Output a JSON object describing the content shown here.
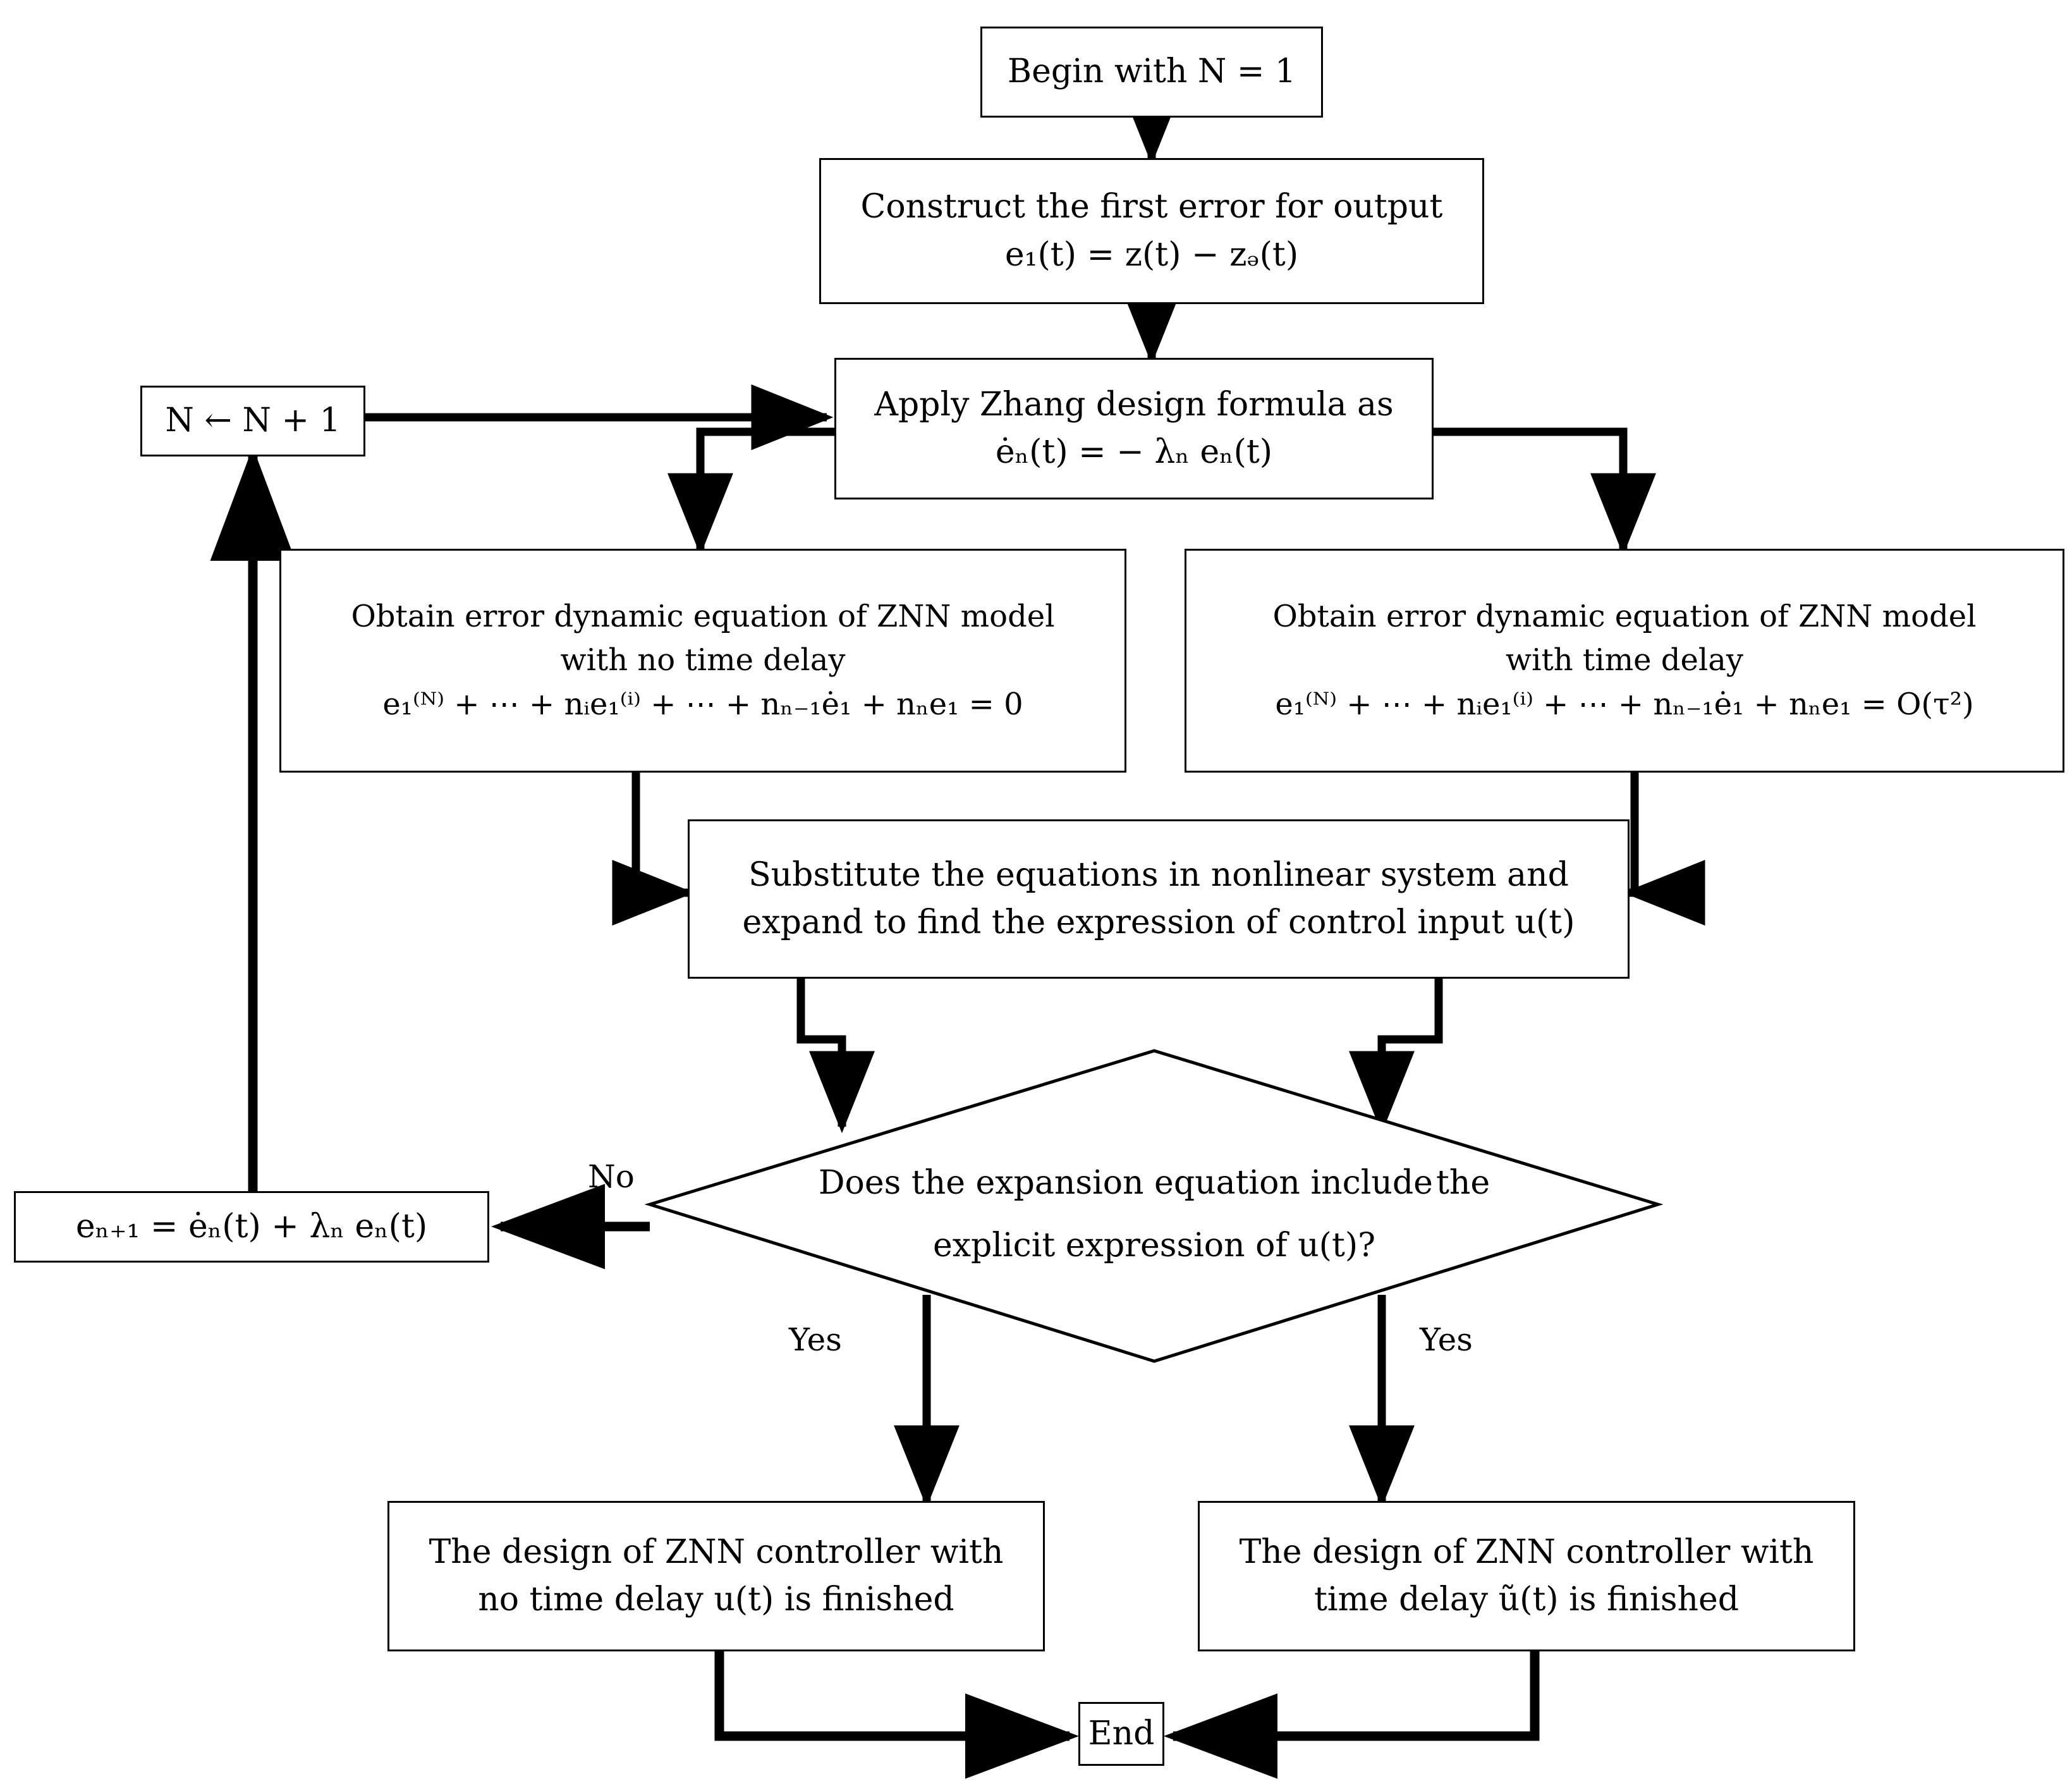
{
  "diagram": {
    "title": "ZNN controller design flowchart",
    "background": "#ffffff",
    "stroke": "#000000"
  },
  "nodes": {
    "begin": {
      "shape": "rect",
      "line1": "Begin with N = 1"
    },
    "construct": {
      "shape": "rect",
      "line1": "Construct the first error for output",
      "line2": "e₁(t) = z(t) − zₔ(t)"
    },
    "apply": {
      "shape": "rect",
      "line1": "Apply Zhang design formula as",
      "line2": "ėₙ(t) = − λₙ eₙ(t)"
    },
    "increment": {
      "shape": "rect",
      "line1": "N ← N + 1"
    },
    "obtain_no_delay": {
      "shape": "rect",
      "line1": "Obtain error dynamic equation of ZNN model",
      "line2": "with no time delay",
      "line3": "e₁⁽ᴺ⁾ + ⋯ + nᵢe₁⁽ⁱ⁾ + ⋯ + nₙ₋₁ė₁ + nₙe₁ = 0"
    },
    "obtain_delay": {
      "shape": "rect",
      "line1": "Obtain error dynamic equation of ZNN model",
      "line2": "with time delay",
      "line3": "e₁⁽ᴺ⁾ + ⋯ + nᵢe₁⁽ⁱ⁾ + ⋯ + nₙ₋₁ė₁ + nₙe₁ = O(τ²)"
    },
    "substitute": {
      "shape": "rect",
      "line1": "Substitute the equations in nonlinear system and",
      "line2": "expand to find the expression of control input u(t)"
    },
    "decision": {
      "shape": "diamond",
      "line1": "Does the expansion equation include",
      "line2": "the explicit expression of u(t)?"
    },
    "error_update": {
      "shape": "rect",
      "line1": "eₙ₊₁ = ėₙ(t) + λₙ eₙ(t)"
    },
    "finish_no_delay": {
      "shape": "rect",
      "line1": "The design of ZNN controller with",
      "line2": "no time delay u(t) is finished"
    },
    "finish_delay": {
      "shape": "rect",
      "line1": "The design of ZNN controller with",
      "line2": "time delay ũ(t) is finished"
    },
    "end": {
      "shape": "rect",
      "line1": "End"
    }
  },
  "edge_labels": {
    "no": "No",
    "yes_left": "Yes",
    "yes_right": "Yes"
  }
}
